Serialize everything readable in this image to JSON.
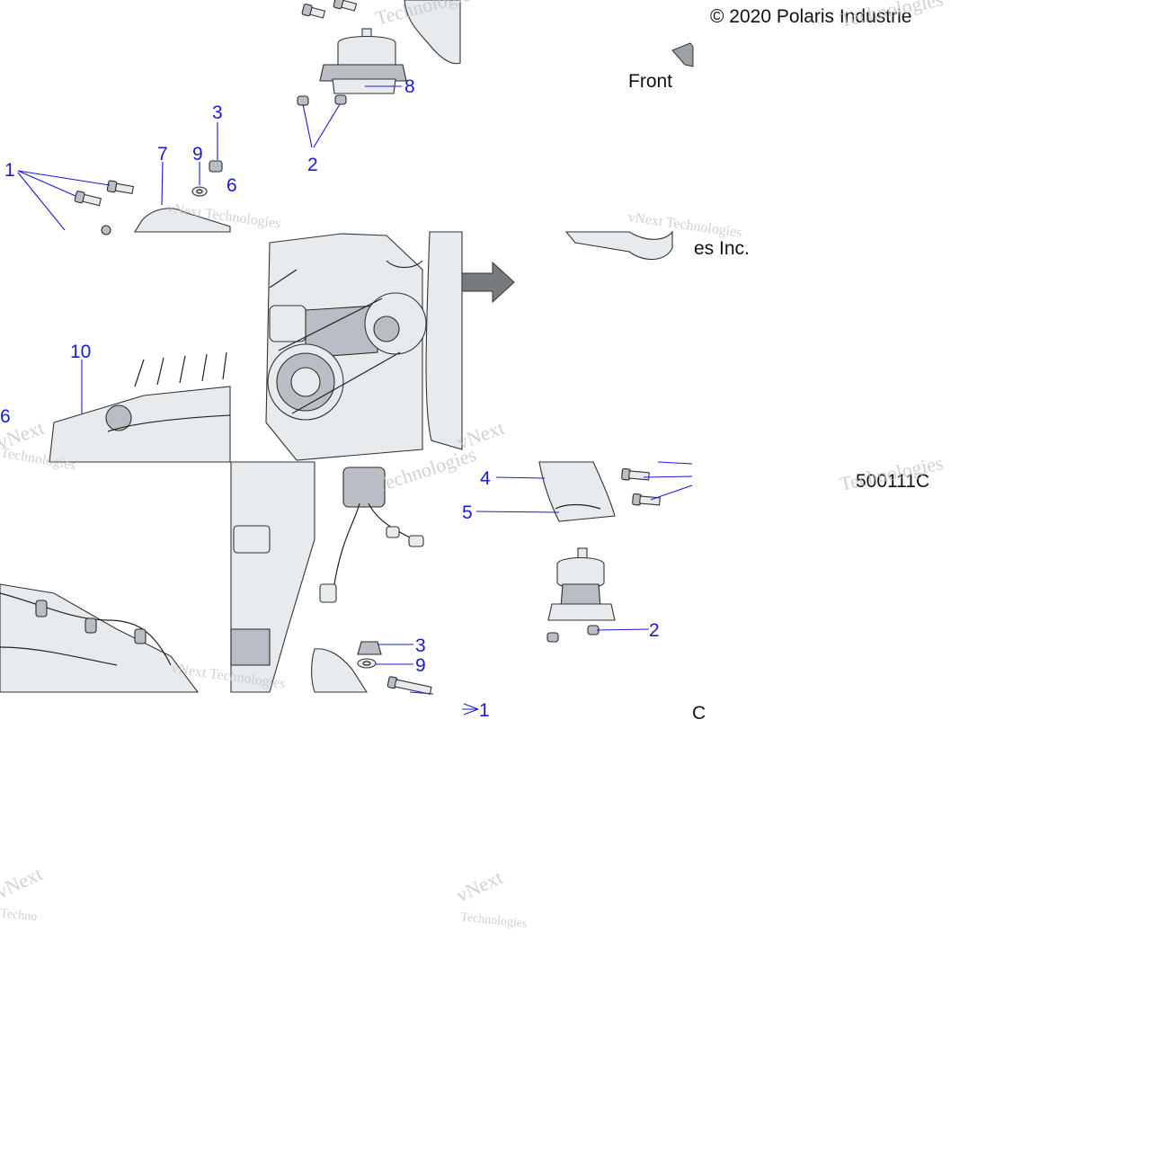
{
  "copyright": "© 2020 Polaris Industrie",
  "copyright_tail": "es Inc.",
  "front_label": "Front",
  "diagram_number": "500111C",
  "diagram_number_tail": "C",
  "watermarks": [
    "Technologies",
    "vNext Technologies",
    "vNext Technologies",
    "Technologies",
    "vNext",
    "Technologies",
    "vNext",
    "Technologies",
    "vNext Technologies",
    "Technologies",
    "vNext",
    "Technologies",
    "vNext",
    "Techno"
  ],
  "callouts": {
    "c1_left": "1",
    "c2_top": "2",
    "c3_top": "3",
    "c6_top": "6",
    "c7": "7",
    "c8": "8",
    "c9_top": "9",
    "c10": "10",
    "c6_left": "6",
    "c4": "4",
    "c5": "5",
    "c2_bottom": "2",
    "c3_bottom": "3",
    "c9_bottom": "9",
    "c1_bottom": "1"
  },
  "colors": {
    "callout": "#1a1ad6",
    "ink": "#222222",
    "watermark": "#bfc3c8"
  }
}
